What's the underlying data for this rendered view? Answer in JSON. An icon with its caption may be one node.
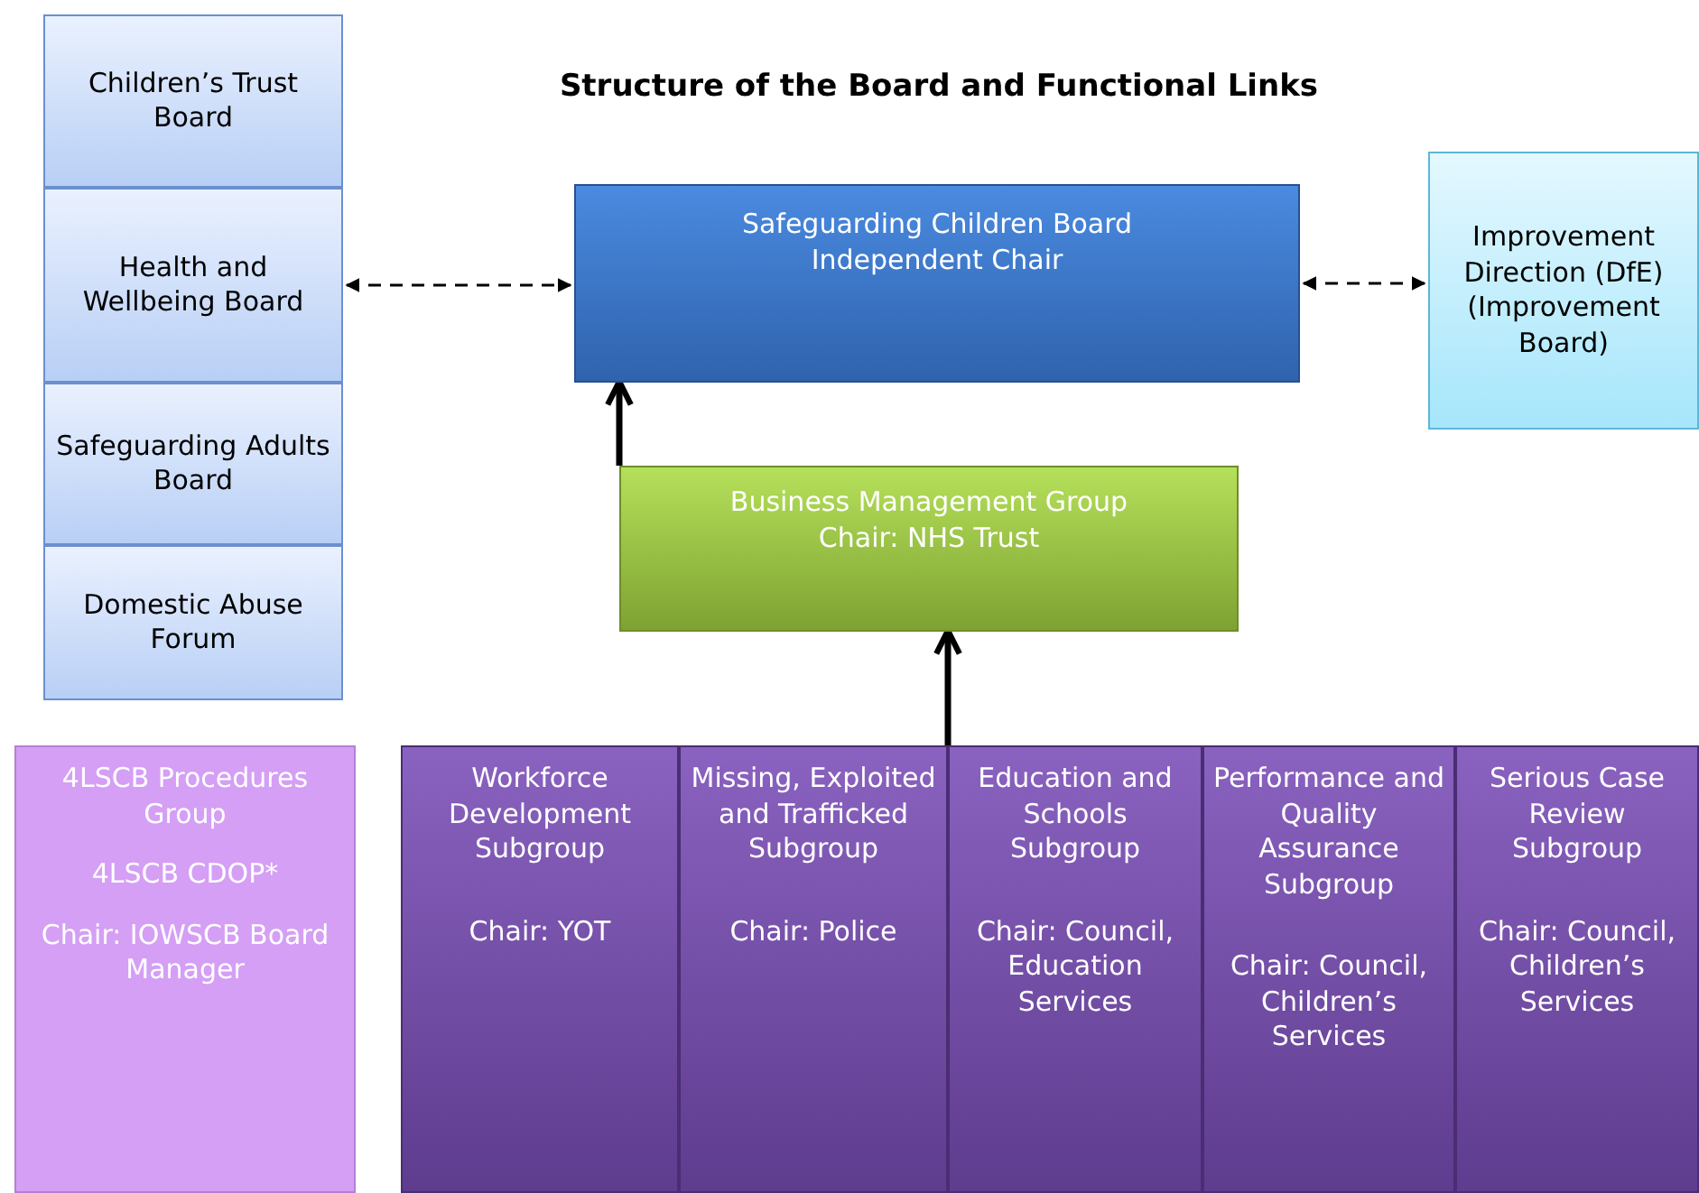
{
  "diagram": {
    "title": "Structure of the Board and Functional Links",
    "nodes": [
      {
        "text": [
          "Children’s Trust Board"
        ]
      },
      {
        "text": [
          "Health and Wellbeing Board"
        ]
      },
      {
        "text": [
          "Safeguarding Adults Board"
        ]
      },
      {
        "text": [
          "Domestic Abuse Forum"
        ]
      },
      {
        "text": [
          "Safeguarding Children Board",
          "Independent Chair"
        ]
      },
      {
        "text": [
          "Improvement Direction (DfE) (Improvement Board)"
        ]
      },
      {
        "text": [
          "Business Management Group",
          "Chair: NHS Trust"
        ]
      },
      {
        "text": [
          "4LSCB Procedures Group",
          "4LSCB CDOP*",
          "Chair: IOWSCB Board Manager"
        ]
      },
      {
        "text": [
          "Workforce Development Subgroup",
          "Chair: YOT"
        ]
      },
      {
        "text": [
          "Missing, Exploited and Trafficked Subgroup",
          "Chair: Police"
        ]
      },
      {
        "text": [
          "Education and Schools Subgroup",
          "Chair: Council, Education Services"
        ]
      },
      {
        "text": [
          "Performance and Quality Assurance Subgroup",
          "Chair: Council, Children’s Services"
        ]
      },
      {
        "text": [
          "Serious Case Review Subgroup",
          "Chair: Council, Children’s Services"
        ]
      }
    ],
    "edges": [
      {
        "from": 1,
        "to": 4,
        "arrow": "both",
        "style": "dashed"
      },
      {
        "from": 4,
        "to": 5,
        "arrow": "both",
        "style": "dashed"
      },
      {
        "from": 6,
        "to": 4,
        "arrow": "to",
        "style": "thick"
      },
      {
        "from": 10,
        "to": 6,
        "arrow": "to",
        "style": "thick"
      }
    ]
  }
}
